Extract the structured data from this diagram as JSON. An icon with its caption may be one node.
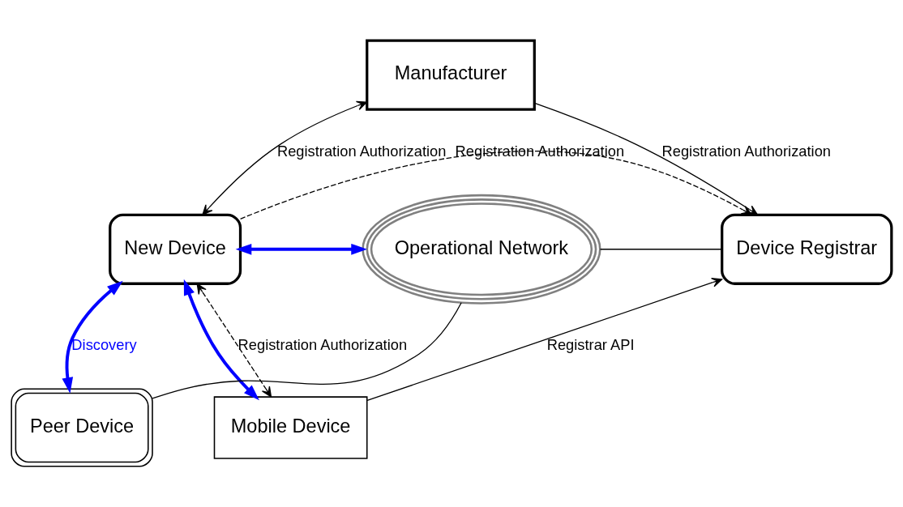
{
  "diagram": {
    "nodes": [
      {
        "text": [
          "Manufacturer"
        ]
      },
      {
        "text": [
          "New Device"
        ]
      },
      {
        "text": [
          "Operational Network"
        ]
      },
      {
        "text": [
          "Device Registrar"
        ]
      },
      {
        "text": [
          "Mobile Device"
        ]
      },
      {
        "text": [
          "Peer Device"
        ]
      }
    ],
    "edges": [
      {
        "from": 1,
        "to": 3,
        "arrow": "to",
        "label": "Registration Authorization",
        "style": "dashed"
      },
      {
        "from": 1,
        "to": 0,
        "arrow": "both",
        "label": "Registration Authorization"
      },
      {
        "from": 0,
        "to": 3,
        "arrow": "to",
        "label": "Registration Authorization"
      },
      {
        "from": 1,
        "to": 2,
        "arrow": "both",
        "style": "thick",
        "color": "#0000ff"
      },
      {
        "from": 2,
        "to": 3,
        "arrow": "none"
      },
      {
        "from": 2,
        "to": 5,
        "arrow": "none"
      },
      {
        "from": 1,
        "to": 5,
        "arrow": "both",
        "label": "Discovery",
        "style": "thick",
        "color": "#0000ff"
      },
      {
        "from": 1,
        "to": 4,
        "arrow": "both",
        "label": "Registration Authorization",
        "style": "dashed"
      },
      {
        "from": 1,
        "to": 4,
        "arrow": "both",
        "style": "thick",
        "color": "#0000ff"
      },
      {
        "from": 4,
        "to": 3,
        "arrow": "to",
        "label": "Registrar API"
      }
    ]
  }
}
